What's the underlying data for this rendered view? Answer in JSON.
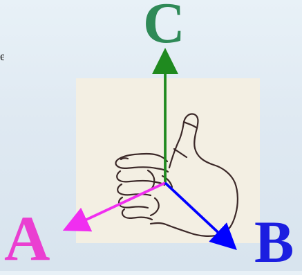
{
  "labels": {
    "c": "C",
    "a": "A",
    "b": "B"
  },
  "edge_text": "e",
  "colors": {
    "c": "#2f8a57",
    "a": "#ea3fd1",
    "b": "#1b1ee0",
    "arrow_c": "#1f8a1f",
    "arrow_a": "#f02ef0",
    "arrow_b": "#0000ff",
    "paper": "#f3efe3",
    "ink": "#3b2828",
    "background": "#e2ecf4"
  },
  "icons": [
    "right-hand-thumbs-up-illustration",
    "arrow-up-icon",
    "arrow-down-left-icon",
    "arrow-down-right-icon"
  ]
}
